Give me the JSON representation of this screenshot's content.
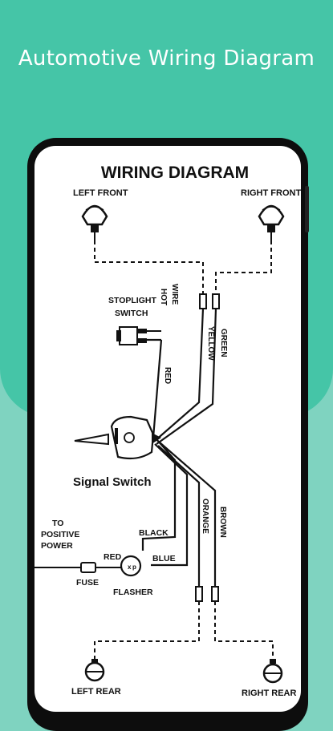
{
  "header": {
    "title": "Automotive Wiring Diagram"
  },
  "colors": {
    "accent": "#45c5a7",
    "accent_light": "#7fd3c0",
    "phone_frame": "#0d0d0d"
  },
  "diagram": {
    "title": "WIRING DIAGRAM",
    "left_front": "LEFT FRONT",
    "right_front": "RIGHT FRONT",
    "stoplight_switch_1": "STOPLIGHT",
    "stoplight_switch_2": "SWITCH",
    "hot": "HOT",
    "wire": "WIRE",
    "yellow": "YELLOW",
    "green": "GREEN",
    "red_vertical": "RED",
    "signal_switch": "Signal Switch",
    "to": "TO",
    "positive": "POSITIVE",
    "power": "POWER",
    "black": "BLACK",
    "red": "RED",
    "blue": "BLUE",
    "fuse": "FUSE",
    "flasher": "FLASHER",
    "orange": "ORANGE",
    "brown": "BROWN",
    "left_rear": "LEFT REAR",
    "right_rear": "RIGHT REAR"
  }
}
